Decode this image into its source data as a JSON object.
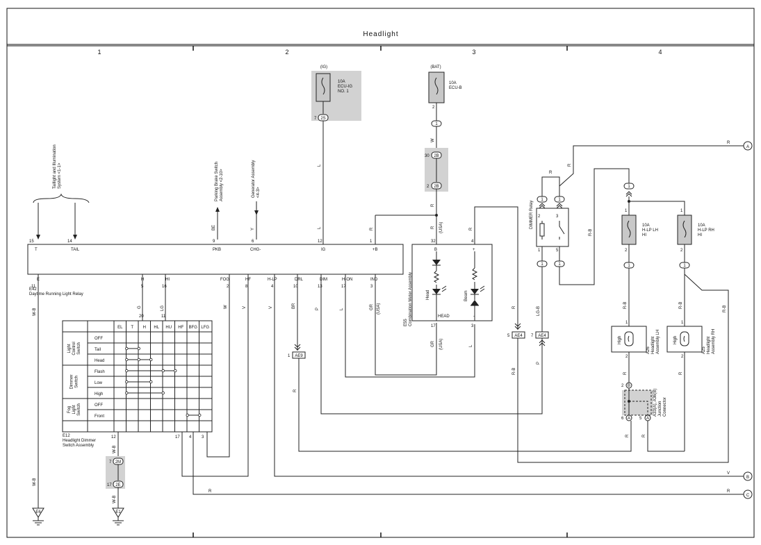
{
  "title": "Headlight",
  "columns": [
    "1",
    "2",
    "3",
    "4"
  ],
  "fuses": {
    "ecu_ig": {
      "supply": "(IG)",
      "rating": "10A",
      "name1": "ECU-IG",
      "name2": "NO. 1"
    },
    "ecu_b": {
      "supply": "(BAT)",
      "rating": "10A",
      "name1": "ECU-B"
    },
    "hlp_lh": {
      "rating": "10A",
      "name1": "H-LP LH",
      "name2": "HI"
    },
    "hlp_rh": {
      "rating": "10A",
      "name1": "H-LP RH",
      "name2": "HI"
    }
  },
  "refs": {
    "taillight": [
      "Taillight and Illumination",
      "System <1-1>"
    ],
    "parking": [
      "Parking Brake Switch",
      "Assembly <2-10>"
    ],
    "generator": [
      "Generator Assembly",
      "<4-3>"
    ]
  },
  "relay_e42": {
    "code": "E42",
    "name": "Daytime Running Light Relay",
    "top_pins": [
      {
        "num": "15",
        "label": "T"
      },
      {
        "num": "14",
        "label": "TAIL"
      },
      {
        "num": "9",
        "label": "PKB"
      },
      {
        "num": "6",
        "label": "CHG-"
      },
      {
        "num": "12",
        "label": "IG"
      },
      {
        "num": "1",
        "label": "+B"
      }
    ],
    "bottom_pins": [
      {
        "num": "11",
        "label": "E"
      },
      {
        "num": "5",
        "label": "H"
      },
      {
        "num": "16",
        "label": "HI"
      },
      {
        "num": "2",
        "label": "FOG"
      },
      {
        "num": "8",
        "label": "HF"
      },
      {
        "num": "4",
        "label": "H-LP"
      },
      {
        "num": "10",
        "label": "DRL"
      },
      {
        "num": "13",
        "label": "DIM"
      },
      {
        "num": "17",
        "label": "H-ON"
      },
      {
        "num": "3",
        "label": "IND"
      }
    ]
  },
  "switch_e12": {
    "code": "E12",
    "name1": "Headlight Dimmer",
    "name2": "Switch Assembly",
    "columns": [
      "EL",
      "T",
      "H",
      "HL",
      "HU",
      "HF",
      "BFG",
      "LFG"
    ],
    "groups": [
      {
        "name": [
          "Light",
          "Control",
          "Switch"
        ],
        "rows": [
          "OFF",
          "Tail",
          "Head"
        ]
      },
      {
        "name": [
          "Dimmer",
          "Switch"
        ],
        "rows": [
          "Flash",
          "Low",
          "High"
        ]
      },
      {
        "name": [
          "Fog",
          "Light",
          "Switch"
        ],
        "rows": [
          "OFF",
          "Front"
        ]
      }
    ],
    "pins": [
      "12",
      "17",
      "4",
      "3",
      "20",
      "11"
    ]
  },
  "meter_e55": {
    "code": "E55",
    "name": "Combination Meter Assembly",
    "pins": {
      "b": "B",
      "plus": "+",
      "minus": "-",
      "head_label": "HEAD",
      "p32": "32",
      "p4": "4",
      "p17": "17",
      "p3": "3"
    },
    "lamps": {
      "head": "Head",
      "beam": "Beam"
    }
  },
  "dimmer_relay": {
    "name": "DIMMER Relay",
    "pins": [
      "2",
      "3",
      "1",
      "5"
    ]
  },
  "headlights": {
    "lh": {
      "code": "A26",
      "name1": "Headlight",
      "name2": "Assembly LH",
      "label": "High"
    },
    "rh": {
      "code": "A25",
      "name1": "Headlight",
      "name2": "Assembly RH",
      "label": "High"
    }
  },
  "junction": {
    "code": "A33(A), A36(B)",
    "name1": "Junction",
    "name2": "Connector",
    "pins": [
      "2",
      "6",
      "5"
    ],
    "letters": [
      "B",
      "A",
      "A"
    ]
  },
  "wire_colors": [
    "R",
    "W",
    "L",
    "BE",
    "Y",
    "R-B",
    "LG-B",
    "P",
    "GR",
    "V",
    "BR",
    "W-B",
    "G",
    "LG"
  ],
  "usa": "(USA)",
  "connectors": [
    "2S",
    "2B",
    "2B",
    "2M",
    "2E",
    "AE4",
    "AE4",
    "AE9",
    "1"
  ],
  "grounds": [
    "E6",
    "E1"
  ],
  "offpage": [
    "A",
    "B",
    "C"
  ]
}
